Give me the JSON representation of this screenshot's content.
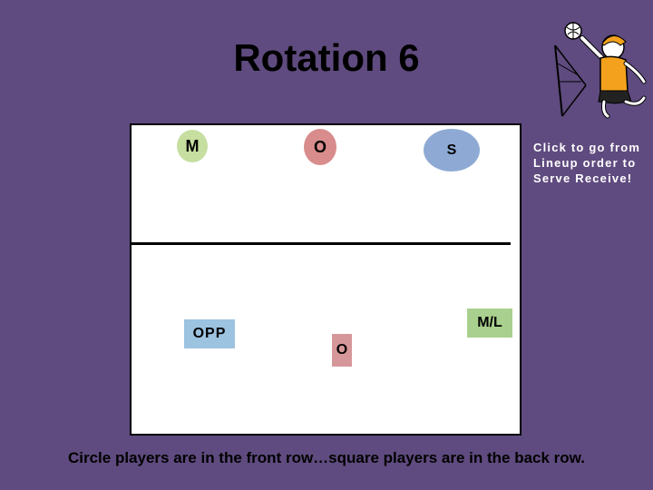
{
  "slide": {
    "title": "Rotation 6",
    "instruction": "Click to go from Lineup order to Serve Receive!",
    "caption": "Circle players are in the front row…square players are in the back row."
  },
  "players": {
    "front_row": [
      {
        "label": "M",
        "shape": "circle",
        "color": "#c6dea0"
      },
      {
        "label": "O",
        "shape": "circle",
        "color": "#d98c8c"
      },
      {
        "label": "S",
        "shape": "circle",
        "color": "#8eaad4"
      }
    ],
    "back_row": [
      {
        "label": "OPP",
        "shape": "square",
        "color": "#9cc3e0"
      },
      {
        "label": "M/L",
        "shape": "square",
        "color": "#a9d08e"
      },
      {
        "label": "O",
        "shape": "square",
        "color": "#d6979b"
      }
    ]
  },
  "icons": {
    "clipart": "volleyball-player-icon"
  },
  "colors": {
    "background": "#5f4b7f",
    "court": "#ffffff"
  }
}
